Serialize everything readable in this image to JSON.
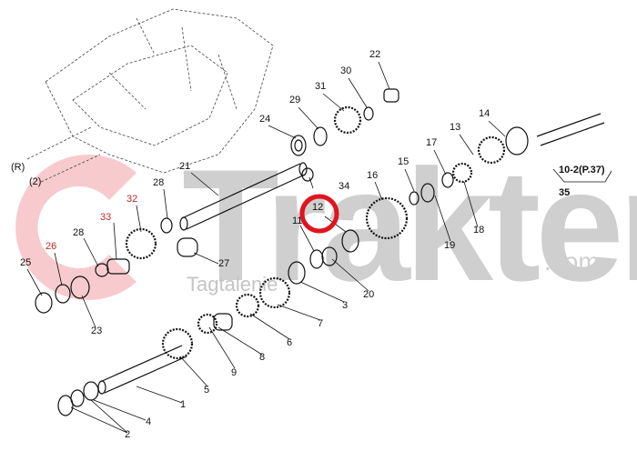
{
  "watermark": {
    "brand": "Trakter",
    "suffix": ".com",
    "tagline": "Tagtalenie"
  },
  "highlight_color": "#e0141e",
  "labels": {
    "r": "(R)",
    "two_paren": "(2)",
    "p21": "21",
    "p28a": "28",
    "p32": "32",
    "p33": "33",
    "p28b": "28",
    "p26": "26",
    "p25": "25",
    "p27": "27",
    "p23": "23",
    "p24": "24",
    "p29": "29",
    "p31": "31",
    "p30": "30",
    "p22": "22",
    "p34": "34",
    "p12": "12",
    "p11": "11",
    "p20": "20",
    "p3": "3",
    "p7": "7",
    "p6": "6",
    "p8": "8",
    "p9": "9",
    "p5": "5",
    "p1": "1",
    "p4": "4",
    "p2": "2",
    "p16": "16",
    "p15": "15",
    "p17": "17",
    "p13": "13",
    "p14": "14",
    "p19": "19",
    "p18": "18",
    "ref": "10-2(P.37)",
    "p35": "35"
  }
}
